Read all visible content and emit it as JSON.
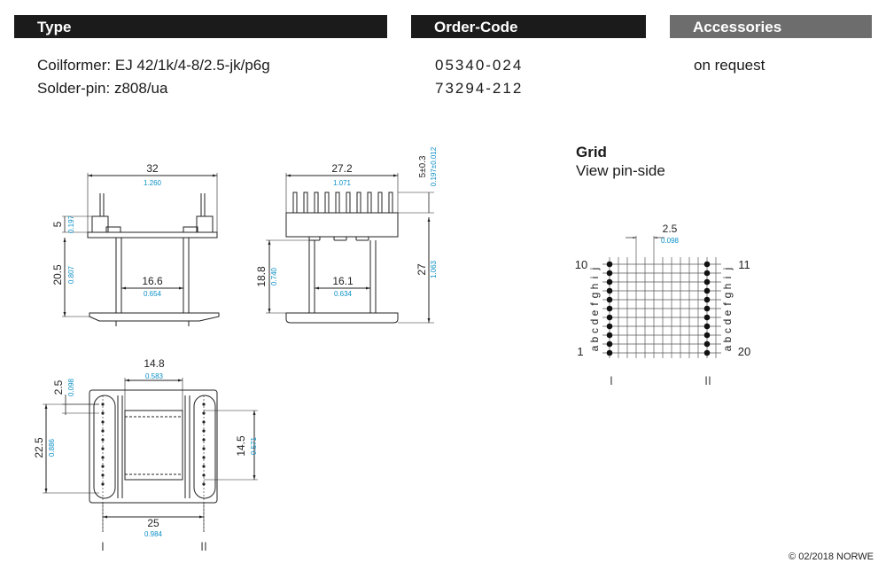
{
  "headers": {
    "type": "Type",
    "order_code": "Order-Code",
    "accessories": "Accessories"
  },
  "rows": [
    {
      "label": "Coilformer:",
      "value": "EJ 42/1k/4-8/2.5-jk/p6g",
      "code": "05340-024"
    },
    {
      "label": "Solder-pin:",
      "value": "z808/ua",
      "code": "73294-212"
    }
  ],
  "accessories_value": "on request",
  "grid": {
    "title": "Grid",
    "subtitle": "View pin-side",
    "pitch_mm": "2.5",
    "pitch_in": "0.098",
    "letters": [
      "a",
      "b",
      "c",
      "d",
      "e",
      "f",
      "g",
      "h",
      "i",
      "j"
    ],
    "left_top": "10",
    "left_bottom": "1",
    "right_top": "11",
    "right_bottom": "20",
    "side_1": "I",
    "side_2": "II"
  },
  "front_view": {
    "width_mm": "32",
    "width_in": "1.260",
    "pin_mm": "5",
    "pin_in": "0.197",
    "height_mm": "20.5",
    "height_in": "0.807",
    "inner_mm": "16.6",
    "inner_in": "0.654"
  },
  "side_view": {
    "width_mm": "27.2",
    "width_in": "1.071",
    "pin_mm": "5±0.3",
    "pin_in": "0.197±0.012",
    "height_mm": "18.8",
    "height_in": "0.740",
    "total_mm": "27",
    "total_in": "1.063",
    "inner_mm": "16.1",
    "inner_in": "0.634"
  },
  "top_view": {
    "inner_w_mm": "14.8",
    "inner_w_in": "0.583",
    "offset_mm": "2.5",
    "offset_in": "0.098",
    "depth_mm": "22.5",
    "depth_in": "0.886",
    "inner_h_mm": "14.5",
    "inner_h_in": "0.571",
    "width_mm": "25",
    "width_in": "0.984",
    "side_1": "I",
    "side_2": "II"
  },
  "copyright": "© 02/2018 NORWE",
  "colors": {
    "header_dark": "#1b1b1b",
    "header_grey": "#6d6d6d",
    "dim_blue": "#0a8fc6"
  }
}
